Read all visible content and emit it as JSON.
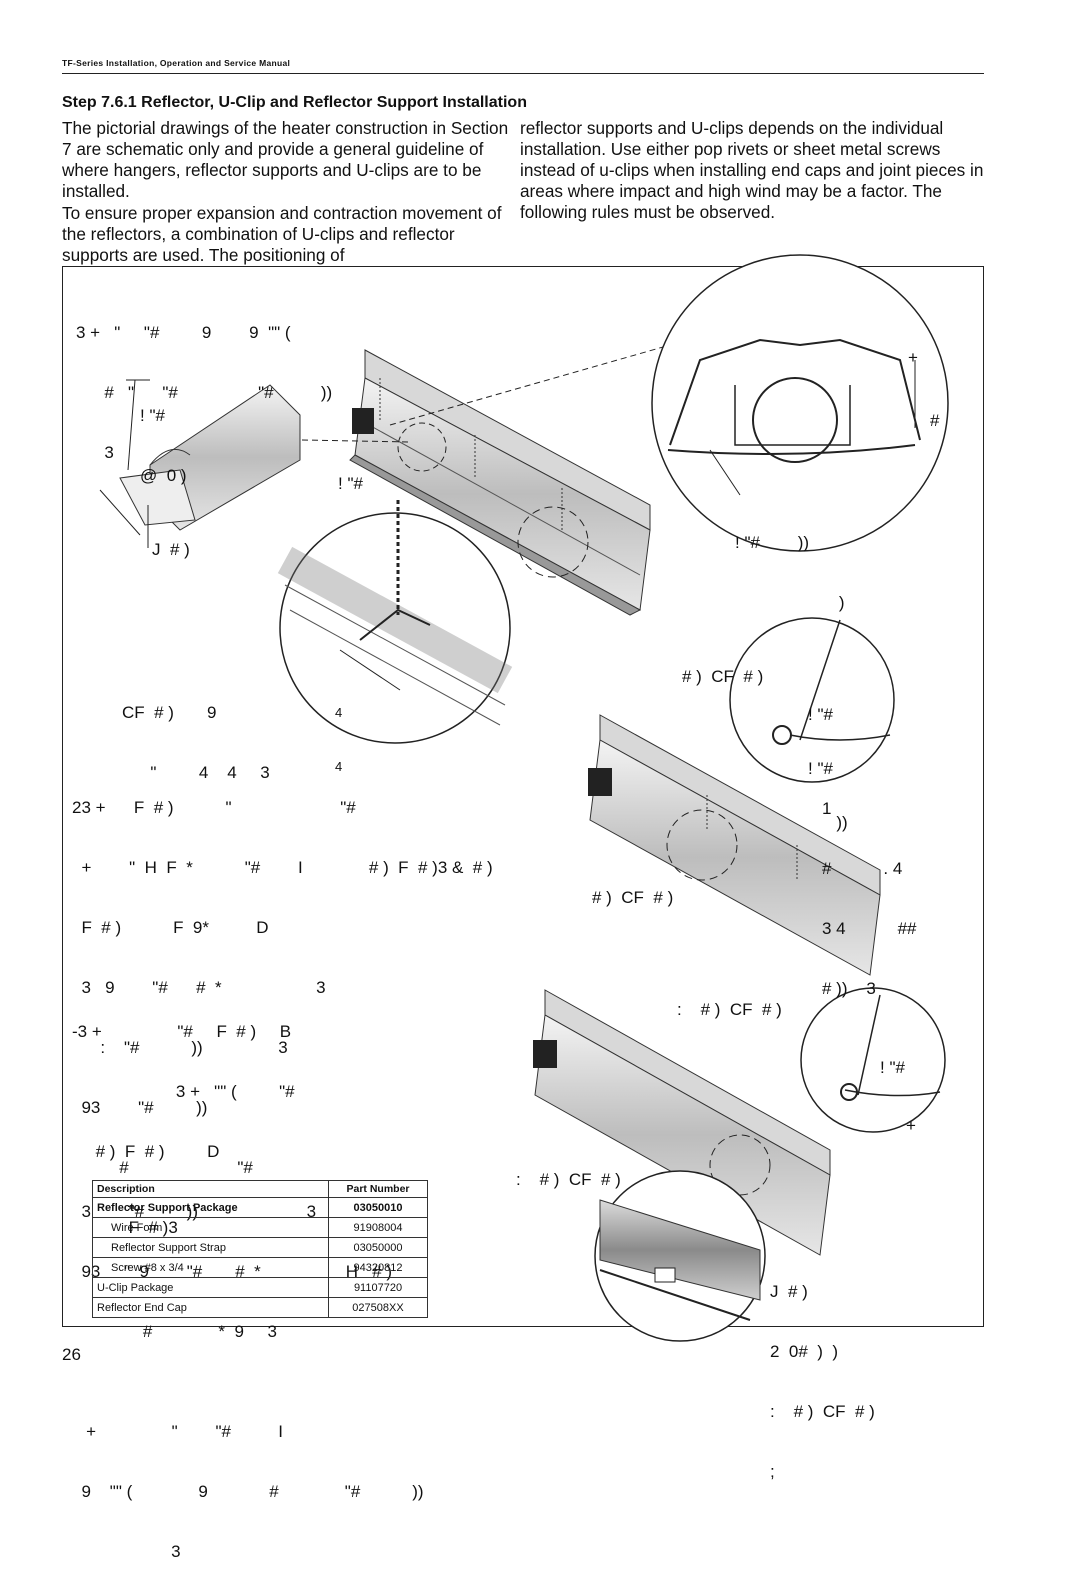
{
  "header": {
    "running_head": "TF-Series Installation, Operation and Service Manual"
  },
  "section": {
    "title": "Step 7.6.1 Reflector, U-Clip and Reflector Support Installation",
    "left_paragraphs": [
      "The pictorial drawings of the heater construction in Section 7 are schematic only and provide a general guideline of where hangers, reflector supports and U-clips are to be installed.",
      "To ensure proper expansion and contraction movement of the reflectors, a combination of U-clips and reflector supports are used. The positioning of"
    ],
    "right_paragraphs": [
      "reflector supports and U-clips depends on the individual installation. Use either pop rivets or sheet metal screws instead of u-clips when installing end caps and joint pieces in areas where impact and high wind may be a factor. The following rules must be observed."
    ]
  },
  "figure_glyphs": {
    "block1": [
      "3 +   \"     \"#         9        9  \"\" (",
      "      #   \"      \"#                 \"#          ))",
      "      3"
    ],
    "endcap": [
      "! \"#",
      "@  0 )"
    ],
    "j_label": [
      "J  # )"
    ],
    "bang1": [
      "! \"#"
    ],
    "cf1": [
      "CF  # )       9",
      "      \"         4    4     3"
    ],
    "four": [
      "4",
      "4"
    ],
    "circle_top_right": [
      "+",
      "#"
    ],
    "support_label": [
      "! \"#        ))",
      "                      )"
    ],
    "cf2": [
      "# )  CF  # )"
    ],
    "bang2": [
      "! \"#",
      "! \"#",
      "      ))"
    ],
    "block2_right": [
      "1",
      "#           . 4",
      "3 4           ##",
      "# ))    3"
    ],
    "block2": [
      "23 +      F  # )           \"                       \"#",
      "  +        \"  H  F  *           \"#        I              # )  F  # )3 &  # )",
      "  F  # )           F  9*          D",
      "  3   9        \"#      #  *                    3",
      "      :    \"#           ))                3",
      "  93        \"#         ))",
      "          #                       \"#",
      "            F  # )3"
    ],
    "cf3": [
      "# )  CF  # )"
    ],
    "block3": [
      "-3 +                \"#     F  # )     B",
      "                      3 +   \"\" (         \"#",
      "     # )  F  # )         D",
      "  3        \"#         ))                       3",
      "  93     \"  9        \"#       #  *                  H   # )",
      "               #              *  9     3",
      "",
      "   +                \"        \"#          I",
      "  9    \"\" (              9             #              \"#           ))",
      "                     3"
    ],
    "cf4": [
      ":    # )  CF  # )"
    ],
    "bang3": [
      "! \"#"
    ],
    "plus3": [
      "+"
    ],
    "cf5": [
      ":    # )  CF  # )"
    ],
    "block4_right": [
      "J  # )",
      "2  0#  )  )",
      ":    # )  CF  # )",
      ";"
    ]
  },
  "parts_table": {
    "headers": [
      "Description",
      "Part Number"
    ],
    "rows": [
      {
        "description": "Reflector Support Package",
        "part": "03050010",
        "style": "bold"
      },
      {
        "description": "Wire Form",
        "part": "91908004",
        "style": "indent"
      },
      {
        "description": "Reflector Support Strap",
        "part": "03050000",
        "style": "indent"
      },
      {
        "description": "Screw #8 x 3/4",
        "part": "94320812",
        "style": "indent"
      },
      {
        "description": "U-Clip Package",
        "part": "91107720",
        "style": "plain"
      },
      {
        "description": "Reflector End Cap",
        "part": "027508XX",
        "style": "plain"
      }
    ]
  },
  "page_number": "26"
}
